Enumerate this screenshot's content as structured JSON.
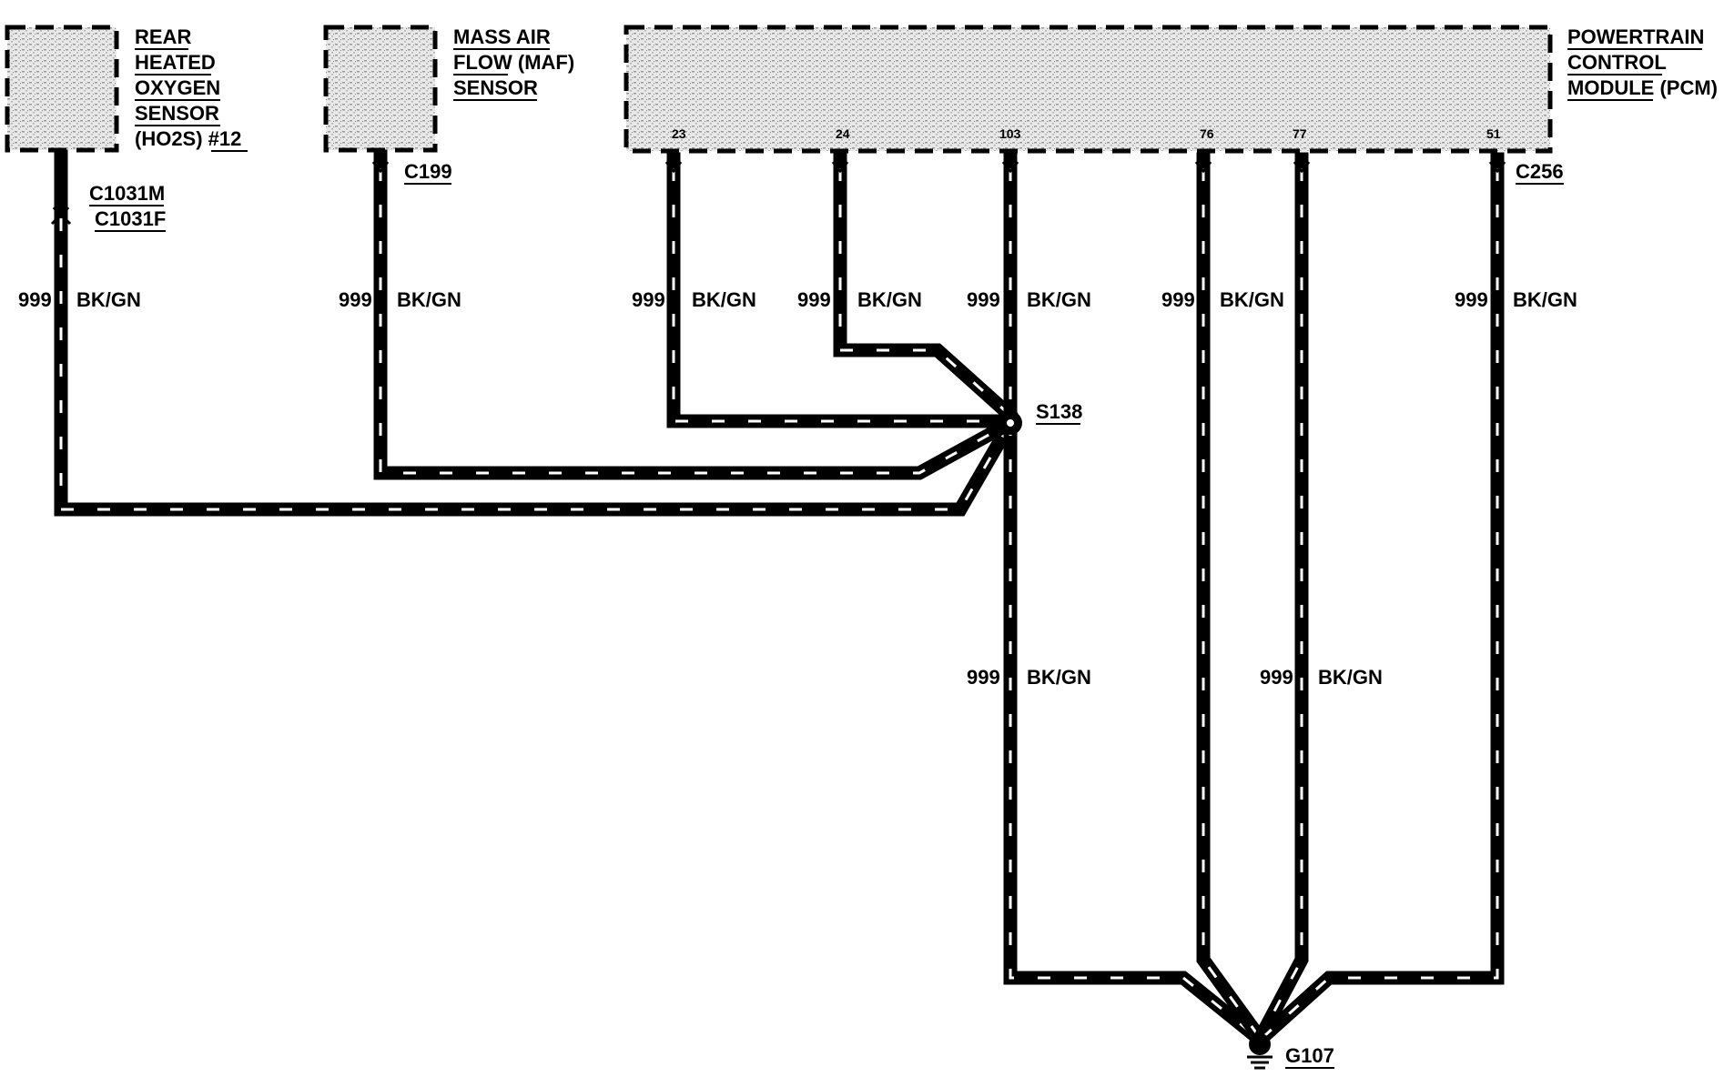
{
  "components": {
    "ho2s": {
      "lines": [
        "REAR",
        "HEATED",
        "OXYGEN",
        "SENSOR",
        "(HO2S) #12"
      ]
    },
    "maf": {
      "lines": [
        "MASS AIR",
        "FLOW (MAF)",
        "SENSOR"
      ]
    },
    "pcm": {
      "lines": [
        "POWERTRAIN",
        "CONTROL",
        "MODULE (PCM)"
      ]
    }
  },
  "connectors": {
    "c1031m": "C1031M",
    "c1031f": "C1031F",
    "c199": "C199",
    "c256": "C256"
  },
  "pcm_pins": [
    "23",
    "24",
    "103",
    "76",
    "77",
    "51"
  ],
  "splice": "S138",
  "ground": "G107",
  "wire": {
    "circuit": "999",
    "color_code": "BK/GN"
  },
  "colors": {
    "ink": "#000000",
    "paper": "#ffffff",
    "component_fill": "#d9d9d9"
  }
}
